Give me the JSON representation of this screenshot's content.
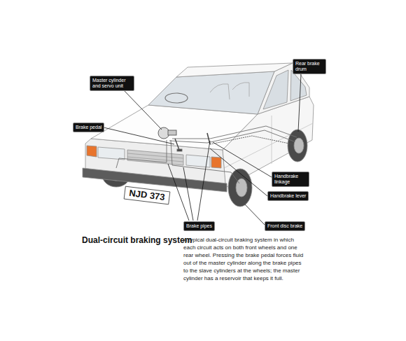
{
  "diagram": {
    "title": "Dual-circuit braking system",
    "caption": "A typical dual-circuit braking system in which each circuit acts on both front wheels and one rear wheel. Pressing the brake pedal forces fluid out of the master cylinder along the brake pipes to the slave cylinders at the wheels; the master cylinder has a reservoir that keeps it full.",
    "nodes": [
      {
        "text": [
          "Master cylinder and servo unit"
        ]
      },
      {
        "text": [
          "Rear brake drum"
        ]
      },
      {
        "text": [
          "Brake pedal"
        ]
      },
      {
        "text": [
          "Handbrake linkage"
        ]
      },
      {
        "text": [
          "Handbrake lever"
        ]
      },
      {
        "text": [
          "Brake pipes"
        ]
      },
      {
        "text": [
          "Front disc brake"
        ]
      }
    ],
    "labels": [
      "NJD 373"
    ]
  }
}
